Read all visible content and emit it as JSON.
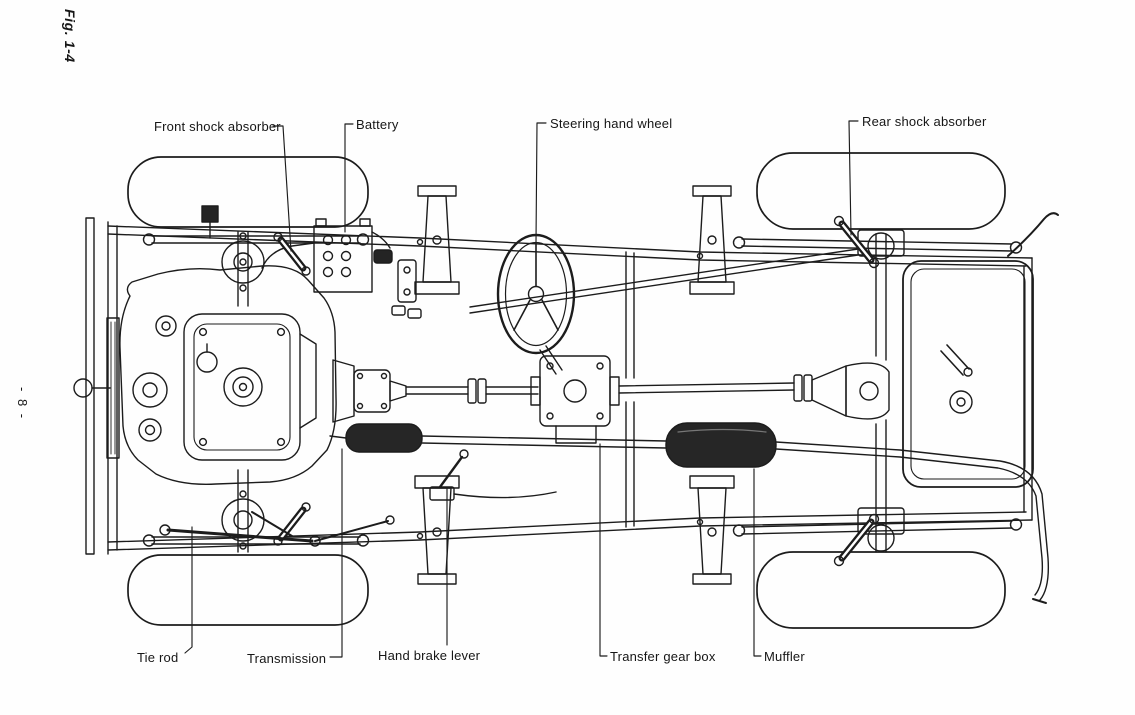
{
  "page": {
    "figure_label": "Fig. 1-4",
    "page_number": "- 8 -",
    "background": "#fefefe",
    "ink_color": "#1c1c1c"
  },
  "figure": {
    "type": "vehicle-chassis-plan-view-diagram",
    "description": "Top (plan) view line drawing of a small four-wheel-drive truck chassis with callout labels",
    "callouts": {
      "top": [
        {
          "label": "Front shock absorber"
        },
        {
          "label": "Battery"
        },
        {
          "label": "Steering hand wheel"
        },
        {
          "label": "Rear shock absorber"
        }
      ],
      "bottom": [
        {
          "label": "Tie rod"
        },
        {
          "label": "Transmission"
        },
        {
          "label": "Hand brake lever"
        },
        {
          "label": "Transfer gear box"
        },
        {
          "label": "Muffler"
        }
      ]
    }
  }
}
